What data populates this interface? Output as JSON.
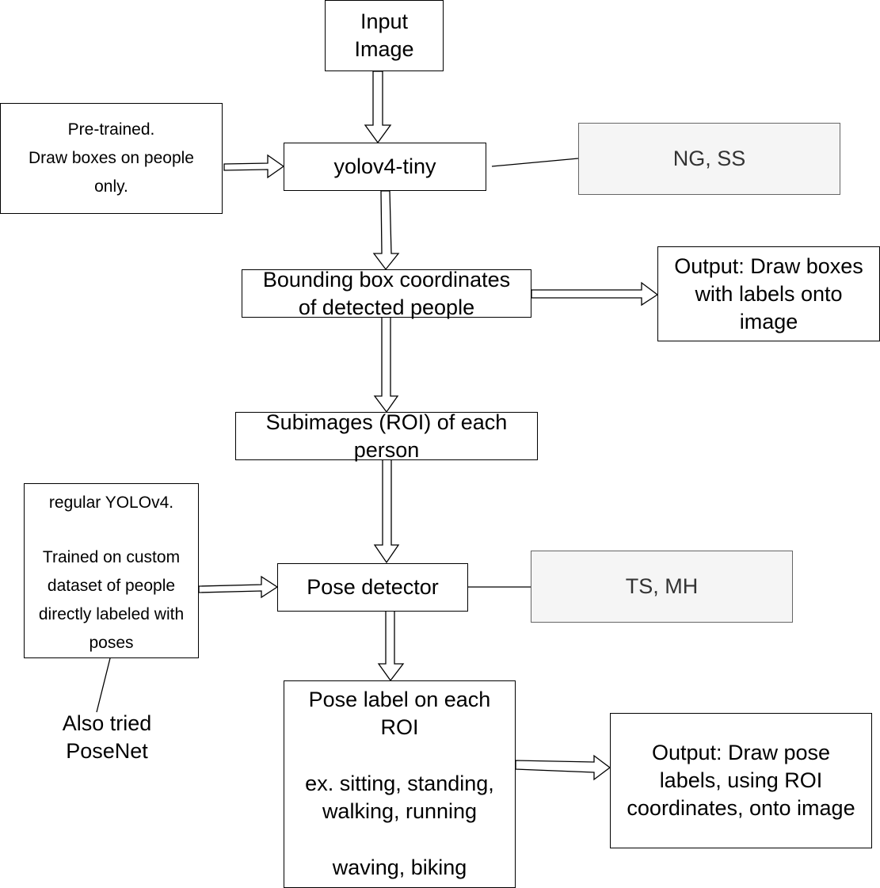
{
  "nodes": {
    "input_image": [
      "Input",
      "Image"
    ],
    "pretrained": [
      "Pre-trained.",
      "Draw boxes on people",
      "only."
    ],
    "yolo_tiny": [
      "yolov4-tiny"
    ],
    "ng_ss": [
      "NG, SS"
    ],
    "bbox_coords": [
      "Bounding box coordinates",
      "of detected people"
    ],
    "output_boxes": [
      "Output: Draw boxes",
      "with labels onto",
      "image"
    ],
    "subimages": [
      "Subimages (ROI) of each",
      "person"
    ],
    "regular_yolo": [
      "regular YOLOv4.",
      "",
      "Trained on custom",
      "dataset of people",
      "directly labeled with",
      "poses"
    ],
    "pose_detector": [
      "Pose detector"
    ],
    "ts_mh": [
      "TS, MH"
    ],
    "pose_label": [
      "Pose label on each",
      "ROI",
      "",
      "ex. sitting, standing,",
      "walking, running",
      "",
      "waving, biking"
    ],
    "output_pose": [
      "Output: Draw pose",
      "labels, using ROI",
      "coordinates, onto image"
    ],
    "also_tried": [
      "Also tried",
      "PoseNet"
    ]
  }
}
